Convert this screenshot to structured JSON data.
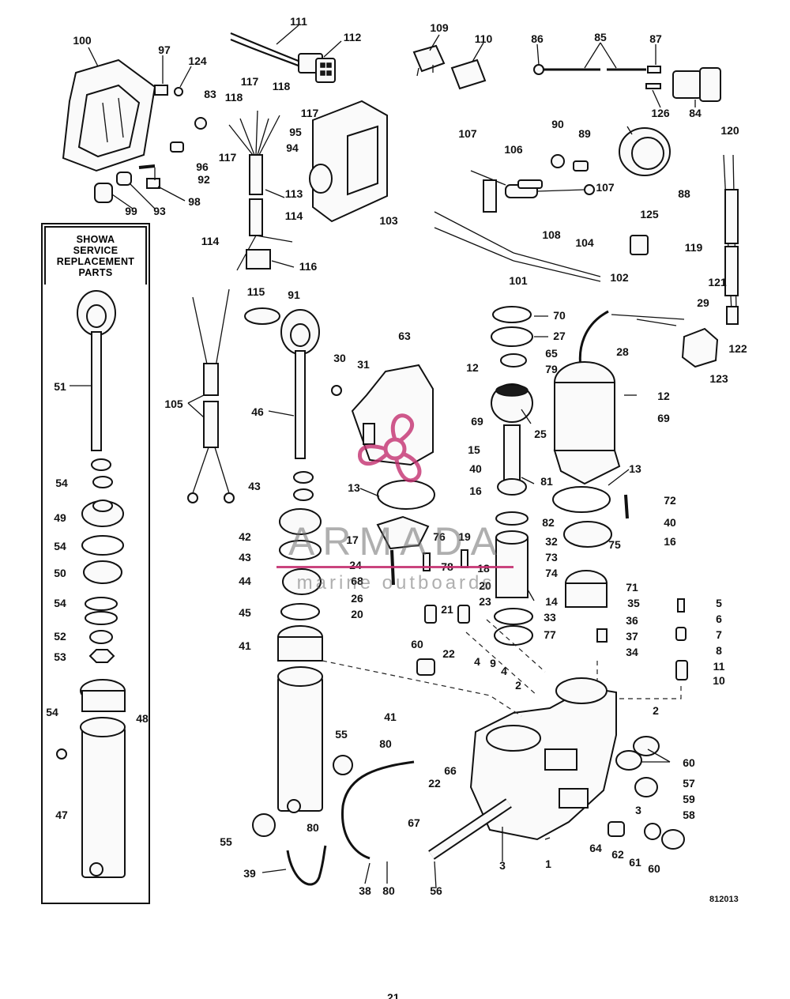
{
  "box": {
    "title": "SHOWA\nSERVICE\nREPLACEMENT\nPARTS"
  },
  "drawing_code": "812013",
  "page_number": "21",
  "watermark": {
    "brand": "ARMADA",
    "subtitle": "marine outboards",
    "accent_color": "#c43070"
  },
  "callouts": [
    {
      "id": "c-111",
      "text": "111"
    },
    {
      "id": "c-112",
      "text": "112"
    },
    {
      "id": "c-109",
      "text": "109"
    },
    {
      "id": "c-110",
      "text": "110"
    },
    {
      "id": "c-86",
      "text": "86"
    },
    {
      "id": "c-85",
      "text": "85"
    },
    {
      "id": "c-87",
      "text": "87"
    },
    {
      "id": "c-84",
      "text": "84"
    },
    {
      "id": "c-126",
      "text": "126"
    },
    {
      "id": "c-100",
      "text": "100"
    },
    {
      "id": "c-97",
      "text": "97"
    },
    {
      "id": "c-124",
      "text": "124"
    },
    {
      "id": "c-117a",
      "text": "117"
    },
    {
      "id": "c-118a",
      "text": "118"
    },
    {
      "id": "c-118b",
      "text": "118"
    },
    {
      "id": "c-117b",
      "text": "117"
    },
    {
      "id": "c-117c",
      "text": "117"
    },
    {
      "id": "c-83",
      "text": "83"
    },
    {
      "id": "c-95",
      "text": "95"
    },
    {
      "id": "c-94",
      "text": "94"
    },
    {
      "id": "c-96",
      "text": "96"
    },
    {
      "id": "c-92",
      "text": "92"
    },
    {
      "id": "c-98",
      "text": "98"
    },
    {
      "id": "c-93",
      "text": "93"
    },
    {
      "id": "c-99",
      "text": "99"
    },
    {
      "id": "c-113",
      "text": "113"
    },
    {
      "id": "c-114a",
      "text": "114"
    },
    {
      "id": "c-114b",
      "text": "114"
    },
    {
      "id": "c-116",
      "text": "116"
    },
    {
      "id": "c-115",
      "text": "115"
    },
    {
      "id": "c-107a",
      "text": "107"
    },
    {
      "id": "c-106",
      "text": "106"
    },
    {
      "id": "c-90",
      "text": "90"
    },
    {
      "id": "c-89",
      "text": "89"
    },
    {
      "id": "c-88",
      "text": "88"
    },
    {
      "id": "c-107b",
      "text": "107"
    },
    {
      "id": "c-108",
      "text": "108"
    },
    {
      "id": "c-103",
      "text": "103"
    },
    {
      "id": "c-104",
      "text": "104"
    },
    {
      "id": "c-101",
      "text": "101"
    },
    {
      "id": "c-102",
      "text": "102"
    },
    {
      "id": "c-125",
      "text": "125"
    },
    {
      "id": "c-120",
      "text": "120"
    },
    {
      "id": "c-119",
      "text": "119"
    },
    {
      "id": "c-121",
      "text": "121"
    },
    {
      "id": "c-122",
      "text": "122"
    },
    {
      "id": "c-123",
      "text": "123"
    },
    {
      "id": "c-29",
      "text": "29"
    },
    {
      "id": "c-91",
      "text": "91"
    },
    {
      "id": "c-51",
      "text": "51"
    },
    {
      "id": "c-105",
      "text": "105"
    },
    {
      "id": "c-46",
      "text": "46"
    },
    {
      "id": "c-30",
      "text": "30"
    },
    {
      "id": "c-31",
      "text": "31"
    },
    {
      "id": "c-63",
      "text": "63"
    },
    {
      "id": "c-70",
      "text": "70"
    },
    {
      "id": "c-27",
      "text": "27"
    },
    {
      "id": "c-65",
      "text": "65"
    },
    {
      "id": "c-79",
      "text": "79"
    },
    {
      "id": "c-28",
      "text": "28"
    },
    {
      "id": "c-12a",
      "text": "12"
    },
    {
      "id": "c-12b",
      "text": "12"
    },
    {
      "id": "c-69a",
      "text": "69"
    },
    {
      "id": "c-69b",
      "text": "69"
    },
    {
      "id": "c-25",
      "text": "25"
    },
    {
      "id": "c-15",
      "text": "15"
    },
    {
      "id": "c-40a",
      "text": "40"
    },
    {
      "id": "c-16a",
      "text": "16"
    },
    {
      "id": "c-81",
      "text": "81"
    },
    {
      "id": "c-13a",
      "text": "13"
    },
    {
      "id": "c-13b",
      "text": "13"
    },
    {
      "id": "c-72",
      "text": "72"
    },
    {
      "id": "c-40b",
      "text": "40"
    },
    {
      "id": "c-16b",
      "text": "16"
    },
    {
      "id": "c-54a",
      "text": "54"
    },
    {
      "id": "c-43a",
      "text": "43"
    },
    {
      "id": "c-49",
      "text": "49"
    },
    {
      "id": "c-42",
      "text": "42"
    },
    {
      "id": "c-17",
      "text": "17"
    },
    {
      "id": "c-76",
      "text": "76"
    },
    {
      "id": "c-19",
      "text": "19"
    },
    {
      "id": "c-82",
      "text": "82"
    },
    {
      "id": "c-32",
      "text": "32"
    },
    {
      "id": "c-75",
      "text": "75"
    },
    {
      "id": "c-54b",
      "text": "54"
    },
    {
      "id": "c-43b",
      "text": "43"
    },
    {
      "id": "c-24",
      "text": "24"
    },
    {
      "id": "c-78",
      "text": "78"
    },
    {
      "id": "c-18",
      "text": "18"
    },
    {
      "id": "c-73",
      "text": "73"
    },
    {
      "id": "c-74",
      "text": "74"
    },
    {
      "id": "c-50",
      "text": "50"
    },
    {
      "id": "c-44",
      "text": "44"
    },
    {
      "id": "c-68",
      "text": "68"
    },
    {
      "id": "c-20a",
      "text": "20"
    },
    {
      "id": "c-26",
      "text": "26"
    },
    {
      "id": "c-71",
      "text": "71"
    },
    {
      "id": "c-14",
      "text": "14"
    },
    {
      "id": "c-54c",
      "text": "54"
    },
    {
      "id": "c-45",
      "text": "45"
    },
    {
      "id": "c-20b",
      "text": "20"
    },
    {
      "id": "c-21",
      "text": "21"
    },
    {
      "id": "c-23",
      "text": "23"
    },
    {
      "id": "c-35",
      "text": "35"
    },
    {
      "id": "c-5",
      "text": "5"
    },
    {
      "id": "c-6",
      "text": "6"
    },
    {
      "id": "c-33",
      "text": "33"
    },
    {
      "id": "c-36",
      "text": "36"
    },
    {
      "id": "c-52",
      "text": "52"
    },
    {
      "id": "c-77",
      "text": "77"
    },
    {
      "id": "c-7",
      "text": "7"
    },
    {
      "id": "c-37",
      "text": "37"
    },
    {
      "id": "c-8",
      "text": "8"
    },
    {
      "id": "c-41a",
      "text": "41"
    },
    {
      "id": "c-22a",
      "text": "22"
    },
    {
      "id": "c-53",
      "text": "53"
    },
    {
      "id": "c-60a",
      "text": "60"
    },
    {
      "id": "c-4a",
      "text": "4"
    },
    {
      "id": "c-9",
      "text": "9"
    },
    {
      "id": "c-34",
      "text": "34"
    },
    {
      "id": "c-11",
      "text": "11"
    },
    {
      "id": "c-4b",
      "text": "4"
    },
    {
      "id": "c-10",
      "text": "10"
    },
    {
      "id": "c-2a",
      "text": "2"
    },
    {
      "id": "c-2b",
      "text": "2"
    },
    {
      "id": "c-54d",
      "text": "54"
    },
    {
      "id": "c-48",
      "text": "48"
    },
    {
      "id": "c-41b",
      "text": "41"
    },
    {
      "id": "c-55a",
      "text": "55"
    },
    {
      "id": "c-80a",
      "text": "80"
    },
    {
      "id": "c-60b",
      "text": "60"
    },
    {
      "id": "c-66",
      "text": "66"
    },
    {
      "id": "c-22b",
      "text": "22"
    },
    {
      "id": "c-57",
      "text": "57"
    },
    {
      "id": "c-59",
      "text": "59"
    },
    {
      "id": "c-47",
      "text": "47"
    },
    {
      "id": "c-67",
      "text": "67"
    },
    {
      "id": "c-58",
      "text": "58"
    },
    {
      "id": "c-3a",
      "text": "3"
    },
    {
      "id": "c-55b",
      "text": "55"
    },
    {
      "id": "c-80b",
      "text": "80"
    },
    {
      "id": "c-64",
      "text": "64"
    },
    {
      "id": "c-62",
      "text": "62"
    },
    {
      "id": "c-61",
      "text": "61"
    },
    {
      "id": "c-3b",
      "text": "3"
    },
    {
      "id": "c-1",
      "text": "1"
    },
    {
      "id": "c-60c",
      "text": "60"
    },
    {
      "id": "c-39",
      "text": "39"
    },
    {
      "id": "c-38",
      "text": "38"
    },
    {
      "id": "c-80c",
      "text": "80"
    },
    {
      "id": "c-56",
      "text": "56"
    }
  ]
}
